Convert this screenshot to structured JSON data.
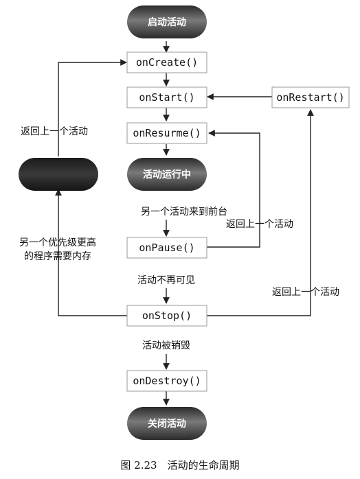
{
  "diagram": {
    "pills": {
      "start": "启动活动",
      "running": "活动运行中",
      "killed": "",
      "shutdown": "关闭活动"
    },
    "nodes": {
      "on_create": "onCreate()",
      "on_start": "onStart()",
      "on_restart": "onRestart()",
      "on_resume": "onResurme()",
      "on_pause": "onPause()",
      "on_stop": "onStop()",
      "on_destroy": "onDestroy()"
    },
    "labels": {
      "back_to_activity_left": "返回上一个活动",
      "another_activity_front": "另一个活动来到前台",
      "back_to_activity_mid": "返回上一个活动",
      "higher_priority_line1": "另一个优先级更高",
      "higher_priority_line2": "的程序需要内存",
      "activity_invisible": "活动不再可见",
      "back_to_activity_right": "返回上一个活动",
      "activity_destroyed": "活动被销毁"
    },
    "caption": "图 2.23　活动的生命周期"
  },
  "colors": {
    "pill_dark": "#2a2a2a",
    "pill_light": "#9a9a9a",
    "box_border": "#9a9a9a",
    "line": "#222222"
  }
}
